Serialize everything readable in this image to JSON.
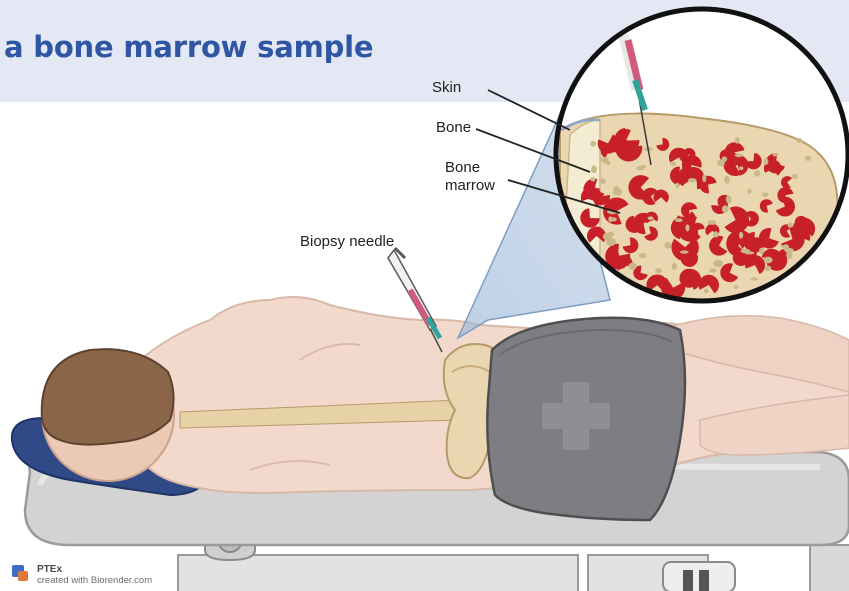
{
  "title": "a bone marrow sample",
  "labels": {
    "skin": "Skin",
    "bone": "Bone",
    "marrow": "Bone\nmarrow",
    "needle": "Biopsy needle"
  },
  "credit": {
    "brand": "PTEx",
    "text": "created with Biorender.com"
  },
  "icons": [
    "biorender-logo-icon",
    "syringe-icon",
    "medical-cross-icon"
  ],
  "colors": {
    "title": "#2f56a3",
    "header_band": "#e3e8f4",
    "skin": "#f2d9cc",
    "bone": "#ead6b0",
    "marrow_red": "#c8202a",
    "blanket": "#7e7e82",
    "table": "#d3d3d3",
    "hair": "#8a6548",
    "pillow": "#2f4a86",
    "zoom_cone": "#9cb8d8"
  }
}
